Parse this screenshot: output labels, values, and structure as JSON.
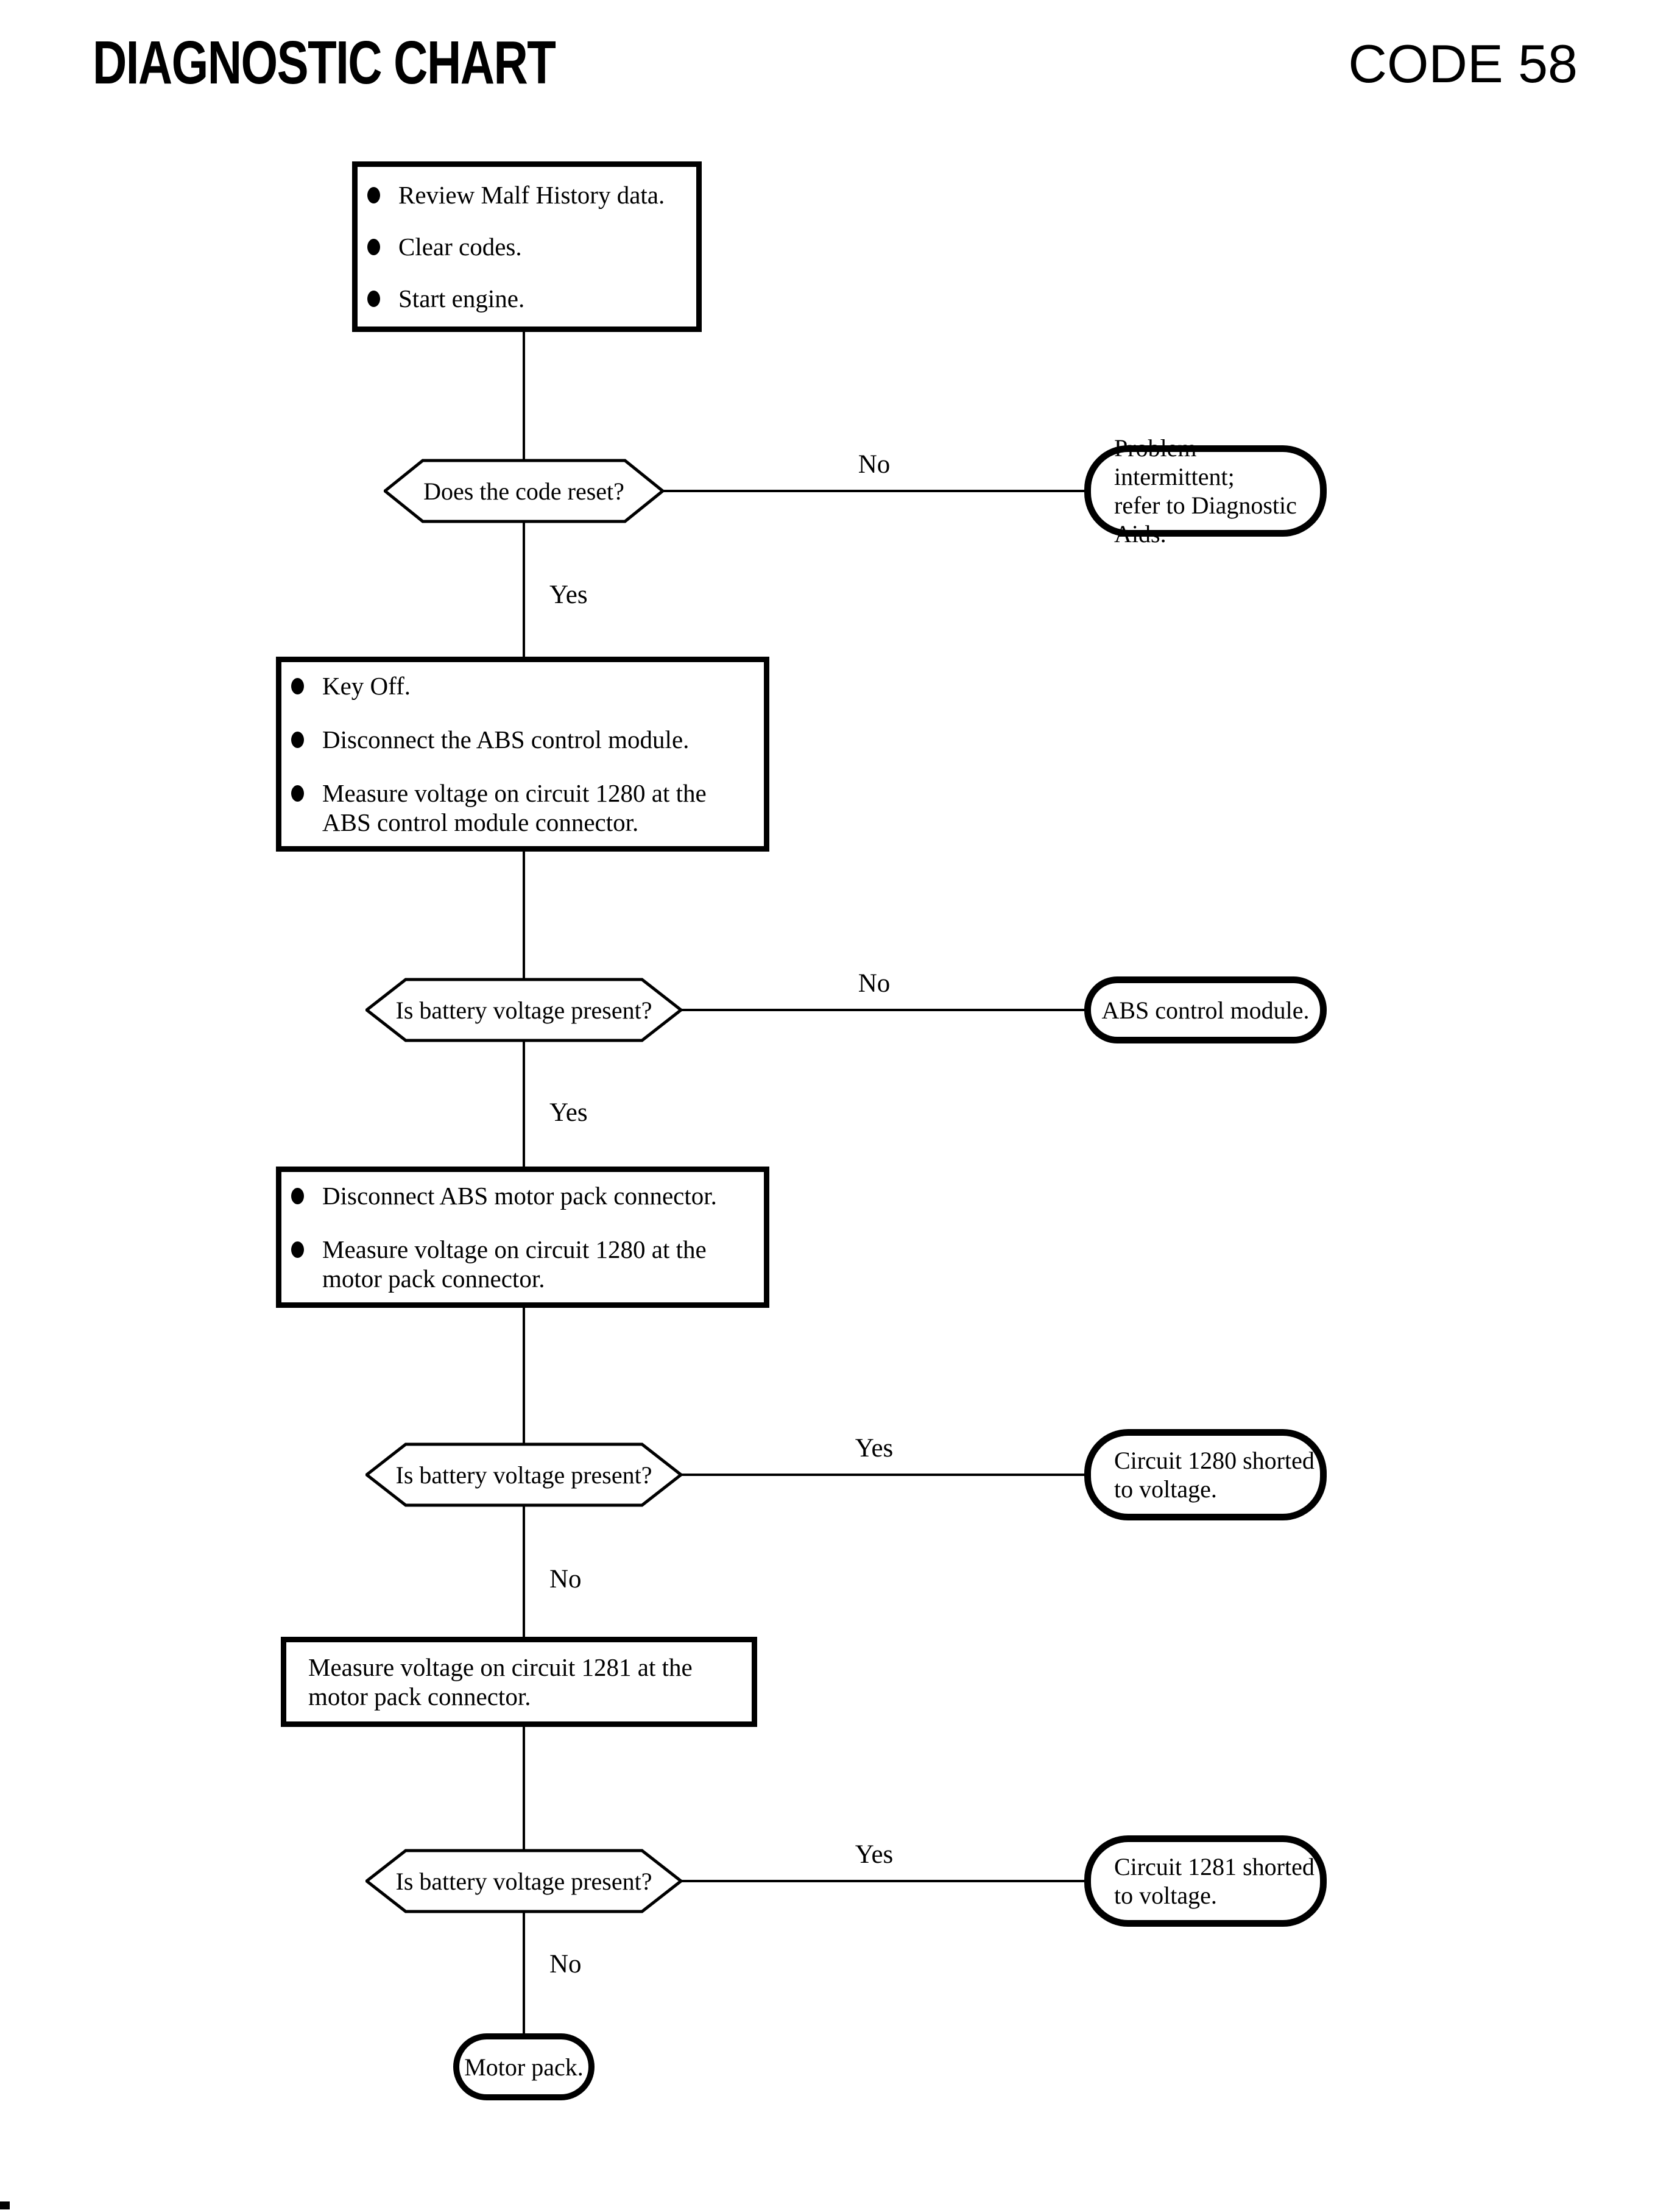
{
  "page": {
    "background": "#ffffff",
    "ink": "#000000"
  },
  "header": {
    "title": "DIAGNOSTIC CHART",
    "code": "CODE 58"
  },
  "flow": {
    "step1": {
      "items": [
        {
          "lines": [
            "Review Malf History data."
          ]
        },
        {
          "lines": [
            "Clear codes."
          ]
        },
        {
          "lines": [
            "Start engine."
          ]
        }
      ]
    },
    "decision1": {
      "question": "Does the code reset?",
      "branch_label": "No",
      "down_label": "Yes",
      "result": {
        "lines": [
          "Problem intermittent;",
          "refer to Diagnostic Aids."
        ]
      }
    },
    "step2": {
      "items": [
        {
          "lines": [
            "Key Off."
          ]
        },
        {
          "lines": [
            "Disconnect the ABS control module."
          ]
        },
        {
          "lines": [
            "Measure voltage on circuit 1280 at the",
            "ABS control module connector."
          ]
        }
      ]
    },
    "decision2": {
      "question": "Is battery voltage present?",
      "branch_label": "No",
      "down_label": "Yes",
      "result": {
        "lines": [
          "ABS control module."
        ]
      }
    },
    "step3": {
      "items": [
        {
          "lines": [
            "Disconnect ABS motor pack connector."
          ]
        },
        {
          "lines": [
            "Measure voltage on circuit 1280 at the",
            "motor pack connector."
          ]
        }
      ]
    },
    "decision3": {
      "question": "Is battery voltage present?",
      "branch_label": "Yes",
      "down_label": "No",
      "result": {
        "lines": [
          "Circuit 1280 shorted",
          "to voltage."
        ]
      }
    },
    "step4": {
      "lines": [
        "Measure voltage on circuit 1281 at the",
        "motor pack connector."
      ]
    },
    "decision4": {
      "question": "Is battery voltage present?",
      "branch_label": "Yes",
      "down_label": "No",
      "result": {
        "lines": [
          "Circuit 1281 shorted",
          "to voltage."
        ]
      }
    },
    "terminal": {
      "label": "Motor pack."
    }
  }
}
